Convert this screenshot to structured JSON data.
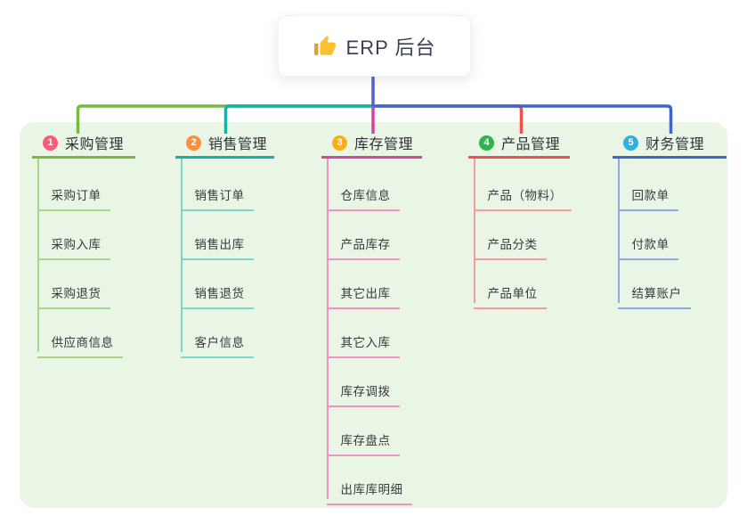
{
  "root": {
    "label": "ERP 后台",
    "icon": "thumbs-up-icon",
    "line_color": "#5560d4",
    "card_bg": "#ffffff"
  },
  "panel": {
    "bg_color": "#e9f6e6"
  },
  "branches": [
    {
      "badge": "1",
      "badge_color": "#f85a78",
      "label": "采购管理",
      "line_color": "#7cb83e",
      "light_color": "#aed587",
      "children": [
        "采购订单",
        "采购入库",
        "采购退货",
        "供应商信息"
      ]
    },
    {
      "badge": "2",
      "badge_color": "#fb8f3d",
      "label": "销售管理",
      "line_color": "#14b1a7",
      "light_color": "#7fd4cb",
      "children": [
        "销售订单",
        "销售出库",
        "销售退货",
        "客户信息"
      ]
    },
    {
      "badge": "3",
      "badge_color": "#fcad17",
      "label": "库存管理",
      "line_color": "#d8439c",
      "light_color": "#ef93c5",
      "children": [
        "仓库信息",
        "产品库存",
        "其它出库",
        "其它入库",
        "库存调拨",
        "库存盘点",
        "出库库明细"
      ]
    },
    {
      "badge": "4",
      "badge_color": "#2fb34c",
      "label": "产品管理",
      "line_color": "#f34f4f",
      "light_color": "#f79b9b",
      "children": [
        "产品（物料）",
        "产品分类",
        "产品单位"
      ]
    },
    {
      "badge": "5",
      "badge_color": "#2fb0e2",
      "label": "财务管理",
      "line_color": "#3e66c9",
      "light_color": "#93a8df",
      "children": [
        "回款单",
        "付款单",
        "结算账户"
      ]
    }
  ]
}
